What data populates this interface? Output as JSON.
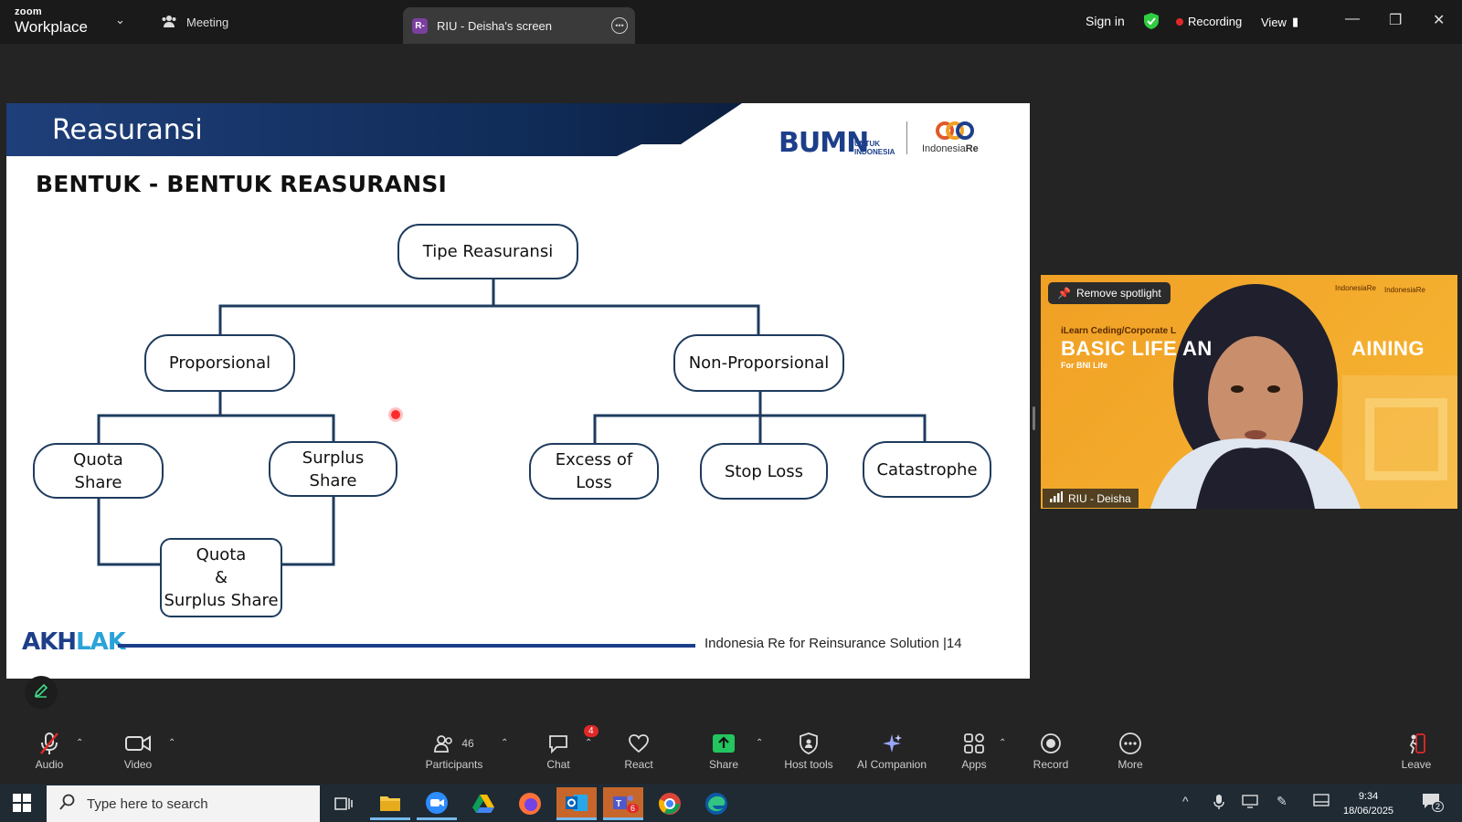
{
  "app": {
    "brand_line1": "zoom",
    "brand_line2": "Workplace",
    "meeting_tab": "Meeting",
    "screen_tab": "RIU - Deisha's screen",
    "screen_tab_badge": "R-",
    "sign_in": "Sign in",
    "recording": "Recording",
    "view": "View"
  },
  "slide": {
    "header_title": "Reasuransi",
    "bumn_logo": "BUMN",
    "bumn_sub1": "UNTUK",
    "bumn_sub2": "INDONESIA",
    "ire_logo_text_a": "Indonesia",
    "ire_logo_text_b": "Re",
    "section_title": "BENTUK - BENTUK REASURANSI",
    "nodes": {
      "root": "Tipe Reasuransi",
      "prop": "Proporsional",
      "nonprop": "Non-Proporsional",
      "quota_l1": "Quota",
      "quota_l2": "Share",
      "surplus_l1": "Surplus",
      "surplus_l2": "Share",
      "qs_l1": "Quota",
      "qs_l2": "&",
      "qs_l3": "Surplus Share",
      "xol_l1": "Excess of",
      "xol_l2": "Loss",
      "stoploss": "Stop Loss",
      "cat": "Catastrophe"
    },
    "akhlak_a": "AKH",
    "akhlak_b": "LAK",
    "footer": "Indonesia Re for Reinsurance Solution  |14"
  },
  "video": {
    "remove_spotlight": "Remove spotlight",
    "course": "iLearn Ceding/Corporate L",
    "banner": "BASIC LIFE AN",
    "banner_end": "AINING",
    "for": "For BNI Life",
    "logo1": "IndonesiaRe",
    "logo2": "IndonesiaRe",
    "participant": "RIU - Deisha"
  },
  "toolbar": {
    "audio": "Audio",
    "video": "Video",
    "participants": "Participants",
    "participants_count": "46",
    "chat": "Chat",
    "chat_badge": "4",
    "react": "React",
    "share": "Share",
    "host_tools": "Host tools",
    "ai_companion": "AI Companion",
    "apps": "Apps",
    "record": "Record",
    "more": "More",
    "leave": "Leave"
  },
  "taskbar": {
    "search_placeholder": "Type here to search",
    "time": "9:34",
    "date": "18/06/2025",
    "notif_count": "2",
    "teams_badge": "6"
  },
  "colors": {
    "slide_navy": "#1d3f8a",
    "node_border": "#1e3b5e",
    "video_bg": "#f0a024",
    "recording_red": "#e02828"
  }
}
